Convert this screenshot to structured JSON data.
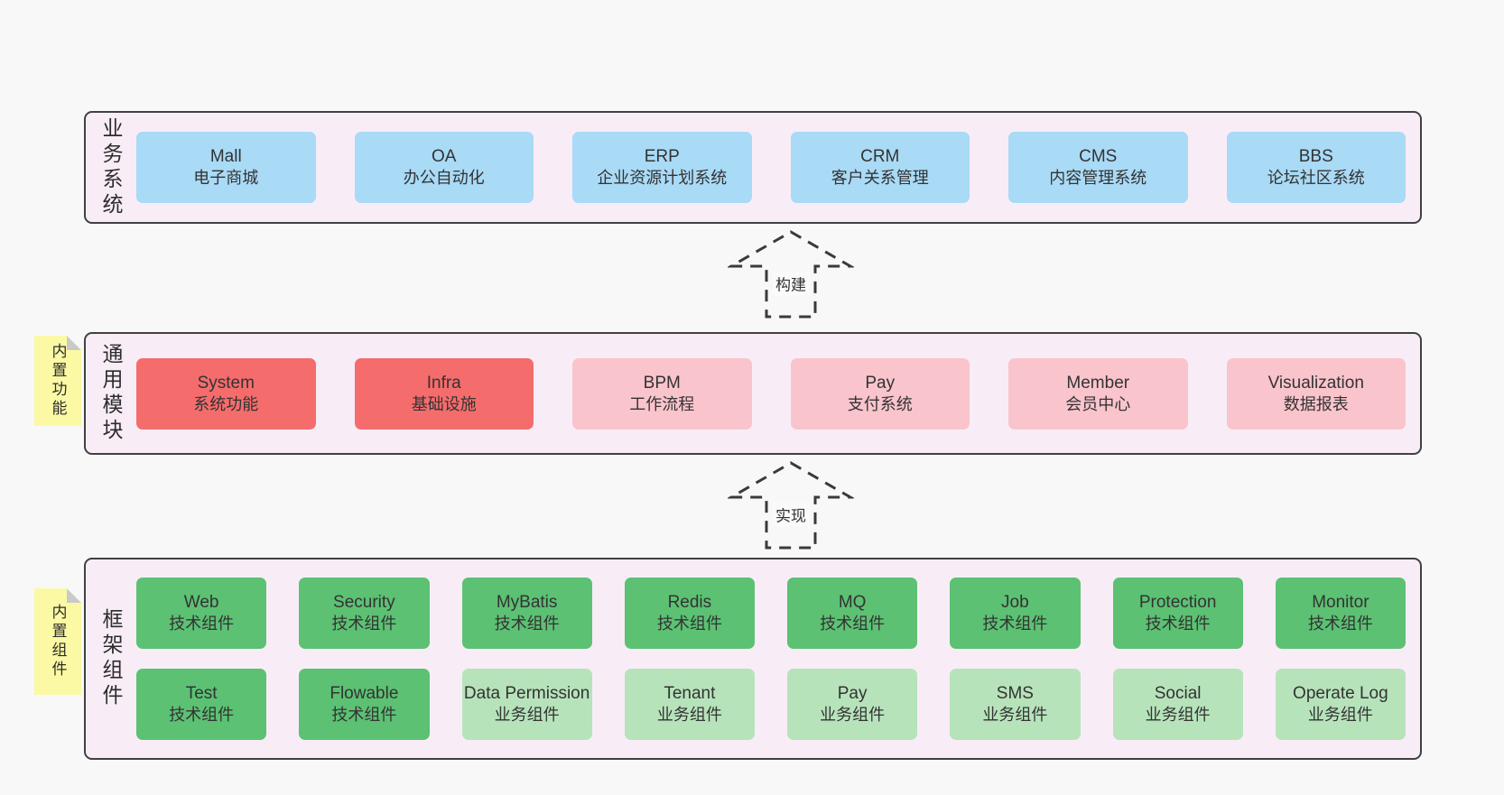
{
  "diagram": {
    "sections": [
      {
        "label": "业务系统",
        "boxes": [
          {
            "name": "Mall",
            "desc": "电子商城"
          },
          {
            "name": "OA",
            "desc": "办公自动化"
          },
          {
            "name": "ERP",
            "desc": "企业资源计划系统"
          },
          {
            "name": "CRM",
            "desc": "客户关系管理"
          },
          {
            "name": "CMS",
            "desc": "内容管理系统"
          },
          {
            "name": "BBS",
            "desc": "论坛社区系统"
          }
        ]
      },
      {
        "label": "通用模块",
        "sticky": "内置功能",
        "boxes": [
          {
            "name": "System",
            "desc": "系统功能"
          },
          {
            "name": "Infra",
            "desc": "基础设施"
          },
          {
            "name": "BPM",
            "desc": "工作流程"
          },
          {
            "name": "Pay",
            "desc": "支付系统"
          },
          {
            "name": "Member",
            "desc": "会员中心"
          },
          {
            "name": "Visualization",
            "desc": "数据报表"
          }
        ]
      },
      {
        "label": "框架组件",
        "sticky": "内置组件",
        "rows": [
          [
            {
              "name": "Web",
              "desc": "技术组件"
            },
            {
              "name": "Security",
              "desc": "技术组件"
            },
            {
              "name": "MyBatis",
              "desc": "技术组件"
            },
            {
              "name": "Redis",
              "desc": "技术组件"
            },
            {
              "name": "MQ",
              "desc": "技术组件"
            },
            {
              "name": "Job",
              "desc": "技术组件"
            },
            {
              "name": "Protection",
              "desc": "技术组件"
            },
            {
              "name": "Monitor",
              "desc": "技术组件"
            }
          ],
          [
            {
              "name": "Test",
              "desc": "技术组件"
            },
            {
              "name": "Flowable",
              "desc": "技术组件"
            },
            {
              "name": "Data Permission",
              "desc": "业务组件"
            },
            {
              "name": "Tenant",
              "desc": "业务组件"
            },
            {
              "name": "Pay",
              "desc": "业务组件"
            },
            {
              "name": "SMS",
              "desc": "业务组件"
            },
            {
              "name": "Social",
              "desc": "业务组件"
            },
            {
              "name": "Operate Log",
              "desc": "业务组件"
            }
          ]
        ]
      }
    ],
    "arrows": [
      {
        "label": "构建"
      },
      {
        "label": "实现"
      }
    ],
    "colors": {
      "page_bg": "#f8f8f8",
      "container_bg": "#f8edf6",
      "container_border": "#414141",
      "business_box": "#a9daf6",
      "core_module_box": "#f56c6c",
      "optional_module_box": "#fac4cc",
      "tech_component_box": "#5cc173",
      "biz_component_box": "#b7e3bb",
      "sticky_note": "#fbf9a3",
      "sticky_fold": "#c9c9c9",
      "text": "#333333"
    }
  }
}
